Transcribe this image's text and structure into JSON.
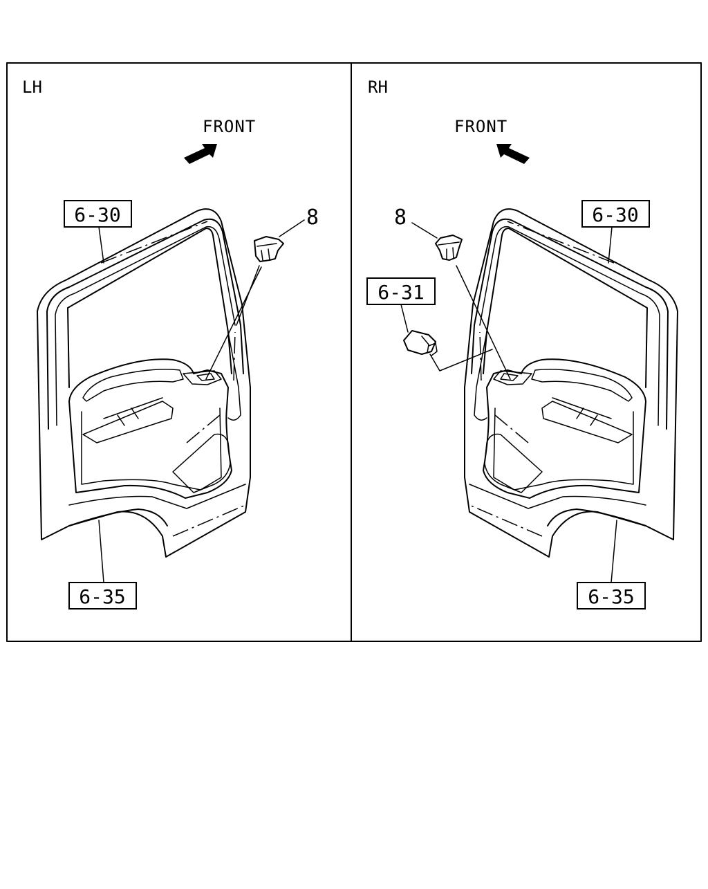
{
  "panels": [
    {
      "side_label": "LH",
      "front_label": "FRONT",
      "callouts": {
        "top_ref": "6-30",
        "bottom_ref": "6-35",
        "item": "8"
      }
    },
    {
      "side_label": "RH",
      "front_label": "FRONT",
      "callouts": {
        "top_ref": "6-30",
        "bottom_ref": "6-35",
        "item": "8",
        "extra_ref": "6-31"
      }
    }
  ]
}
